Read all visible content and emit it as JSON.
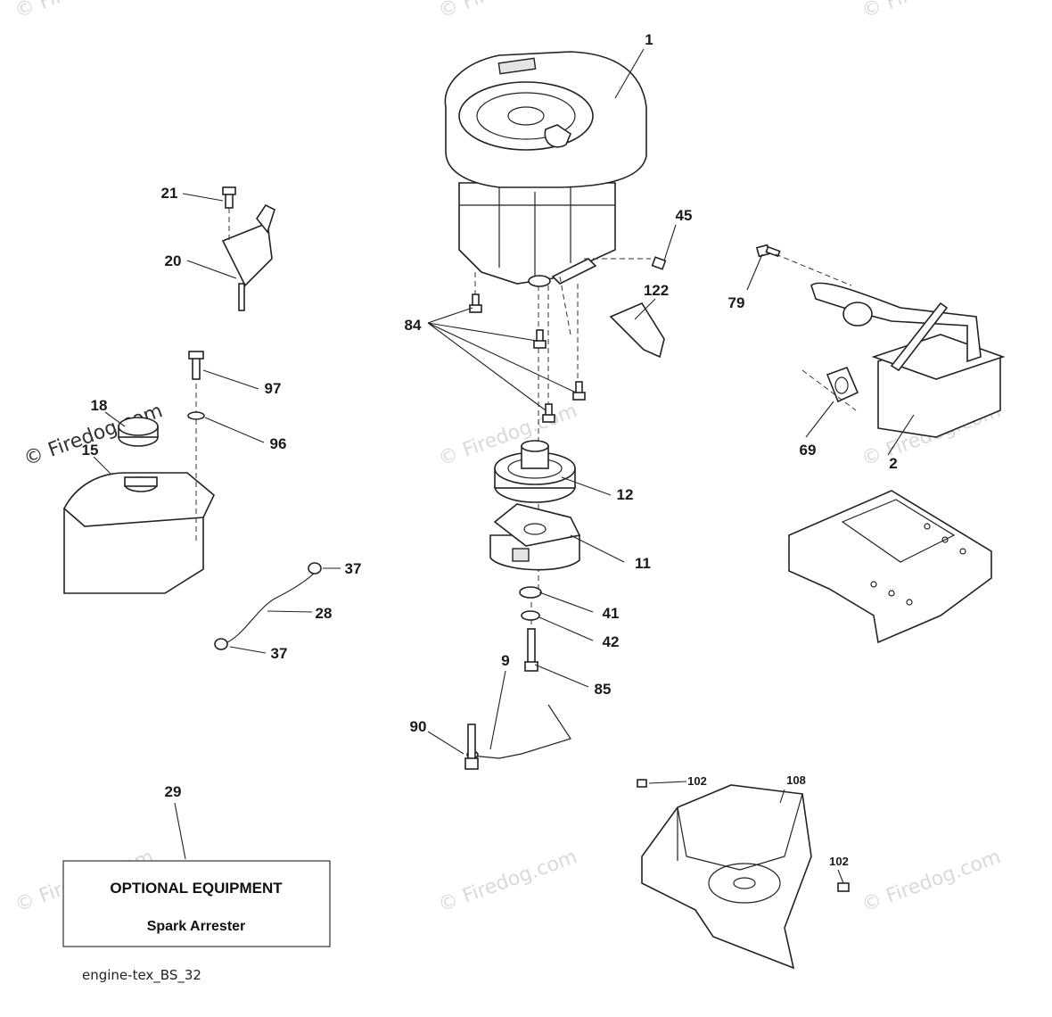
{
  "diagram": {
    "callouts": [
      {
        "id": "callout-1",
        "text": "1"
      },
      {
        "id": "callout-2",
        "text": "2"
      },
      {
        "id": "callout-9",
        "text": "9"
      },
      {
        "id": "callout-11",
        "text": "11"
      },
      {
        "id": "callout-12",
        "text": "12"
      },
      {
        "id": "callout-15",
        "text": "15"
      },
      {
        "id": "callout-18",
        "text": "18"
      },
      {
        "id": "callout-20",
        "text": "20"
      },
      {
        "id": "callout-21",
        "text": "21"
      },
      {
        "id": "callout-28",
        "text": "28"
      },
      {
        "id": "callout-29",
        "text": "29"
      },
      {
        "id": "callout-37a",
        "text": "37"
      },
      {
        "id": "callout-37b",
        "text": "37"
      },
      {
        "id": "callout-41",
        "text": "41"
      },
      {
        "id": "callout-42",
        "text": "42"
      },
      {
        "id": "callout-45",
        "text": "45"
      },
      {
        "id": "callout-69",
        "text": "69"
      },
      {
        "id": "callout-79",
        "text": "79"
      },
      {
        "id": "callout-84",
        "text": "84"
      },
      {
        "id": "callout-85",
        "text": "85"
      },
      {
        "id": "callout-90",
        "text": "90"
      },
      {
        "id": "callout-96",
        "text": "96"
      },
      {
        "id": "callout-97",
        "text": "97"
      },
      {
        "id": "callout-102a",
        "text": "102"
      },
      {
        "id": "callout-102b",
        "text": "102"
      },
      {
        "id": "callout-108",
        "text": "108"
      },
      {
        "id": "callout-122",
        "text": "122"
      }
    ],
    "note_box": {
      "title": "OPTIONAL EQUIPMENT",
      "subtitle": "Spark Arrester"
    },
    "reference_code": "engine-tex_BS_32",
    "watermark": "© Firedog.com"
  }
}
